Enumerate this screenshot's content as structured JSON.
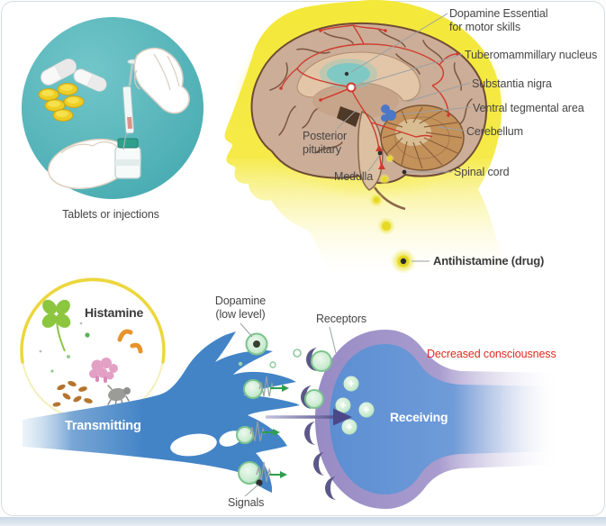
{
  "tablets_panel": {
    "caption": "Tablets or injections"
  },
  "brain_panel": {
    "labels": {
      "dopamine_essential_line1": "Dopamine Essential",
      "dopamine_essential_line2": "for motor skills",
      "tuberomammillary": "Tuberomammillary nucleus",
      "substantia_nigra": "Substantia nigra",
      "ventral_tegmental": "Ventral tegmental area",
      "cerebellum": "Cerebellum",
      "spinal_cord": "Spinal cord",
      "medulla": "Medulla",
      "posterior_line1": "Posterior",
      "posterior_line2": "pituitary",
      "antihistamine": "Antihistamine (drug)"
    }
  },
  "synapse_panel": {
    "labels": {
      "histamine": "Histamine",
      "transmitting": "Transmitting",
      "dopamine_low_line1": "Dopamine",
      "dopamine_low_line2": "(low level)",
      "receptors": "Receptors",
      "decreased_consciousness": "Decreased consciousness",
      "receiving": "Receiving",
      "signals": "Signals"
    }
  },
  "colors": {
    "teal_circle": "#54b6bb",
    "head_yellow": "#f5e93d",
    "brain_tan": "#ccad97",
    "cerebellum_brown": "#c3915a",
    "pathway_red": "#ce3a2d",
    "neuron_blue": "#4384c6",
    "receiving_purple": "#9b8fc6",
    "receiving_inner_blue": "#5c8ed2",
    "vesicle_green": "#bfe6c6",
    "signal_green": "#2f9e4f",
    "drug_dot_yellow": "#e6da26",
    "warning_red": "#e02a1f",
    "label_gray": "#454545"
  }
}
